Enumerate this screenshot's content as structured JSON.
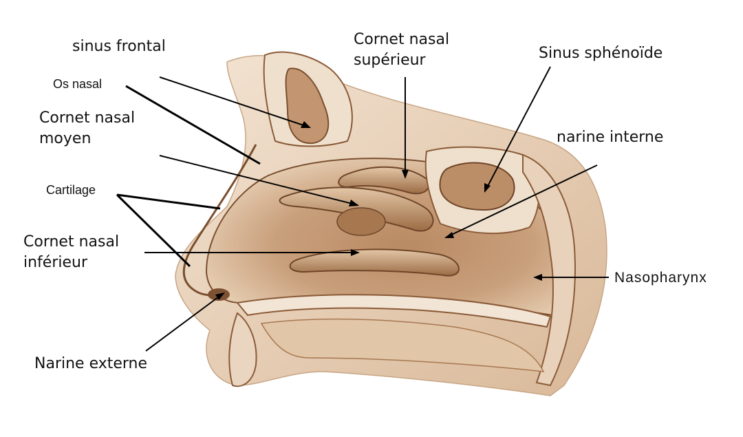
{
  "diagram": {
    "colors": {
      "background": "#ffffff",
      "tissue_light": "#e9d3bb",
      "tissue_mid": "#c99c74",
      "tissue_dark": "#8a5a37",
      "bone": "#f1e4d3",
      "outline": "#7a4f2e",
      "leader_line": "#000000"
    },
    "labels": {
      "sinus_frontal": "sinus frontal",
      "os_nasal": "Os nasal",
      "cornet_moyen_line1": "Cornet nasal",
      "cornet_moyen_line2": "moyen",
      "cartilage": "Cartilage",
      "cornet_inferieur_line1": "Cornet nasal",
      "cornet_inferieur_line2": "inférieur",
      "narine_externe": "Narine externe",
      "cornet_superieur_line1": "Cornet nasal",
      "cornet_superieur_line2": "supérieur",
      "sinus_sphenoide": "Sinus sphénoïde",
      "narine_interne": "narine interne",
      "nasopharynx": "Nasopharynx"
    }
  }
}
